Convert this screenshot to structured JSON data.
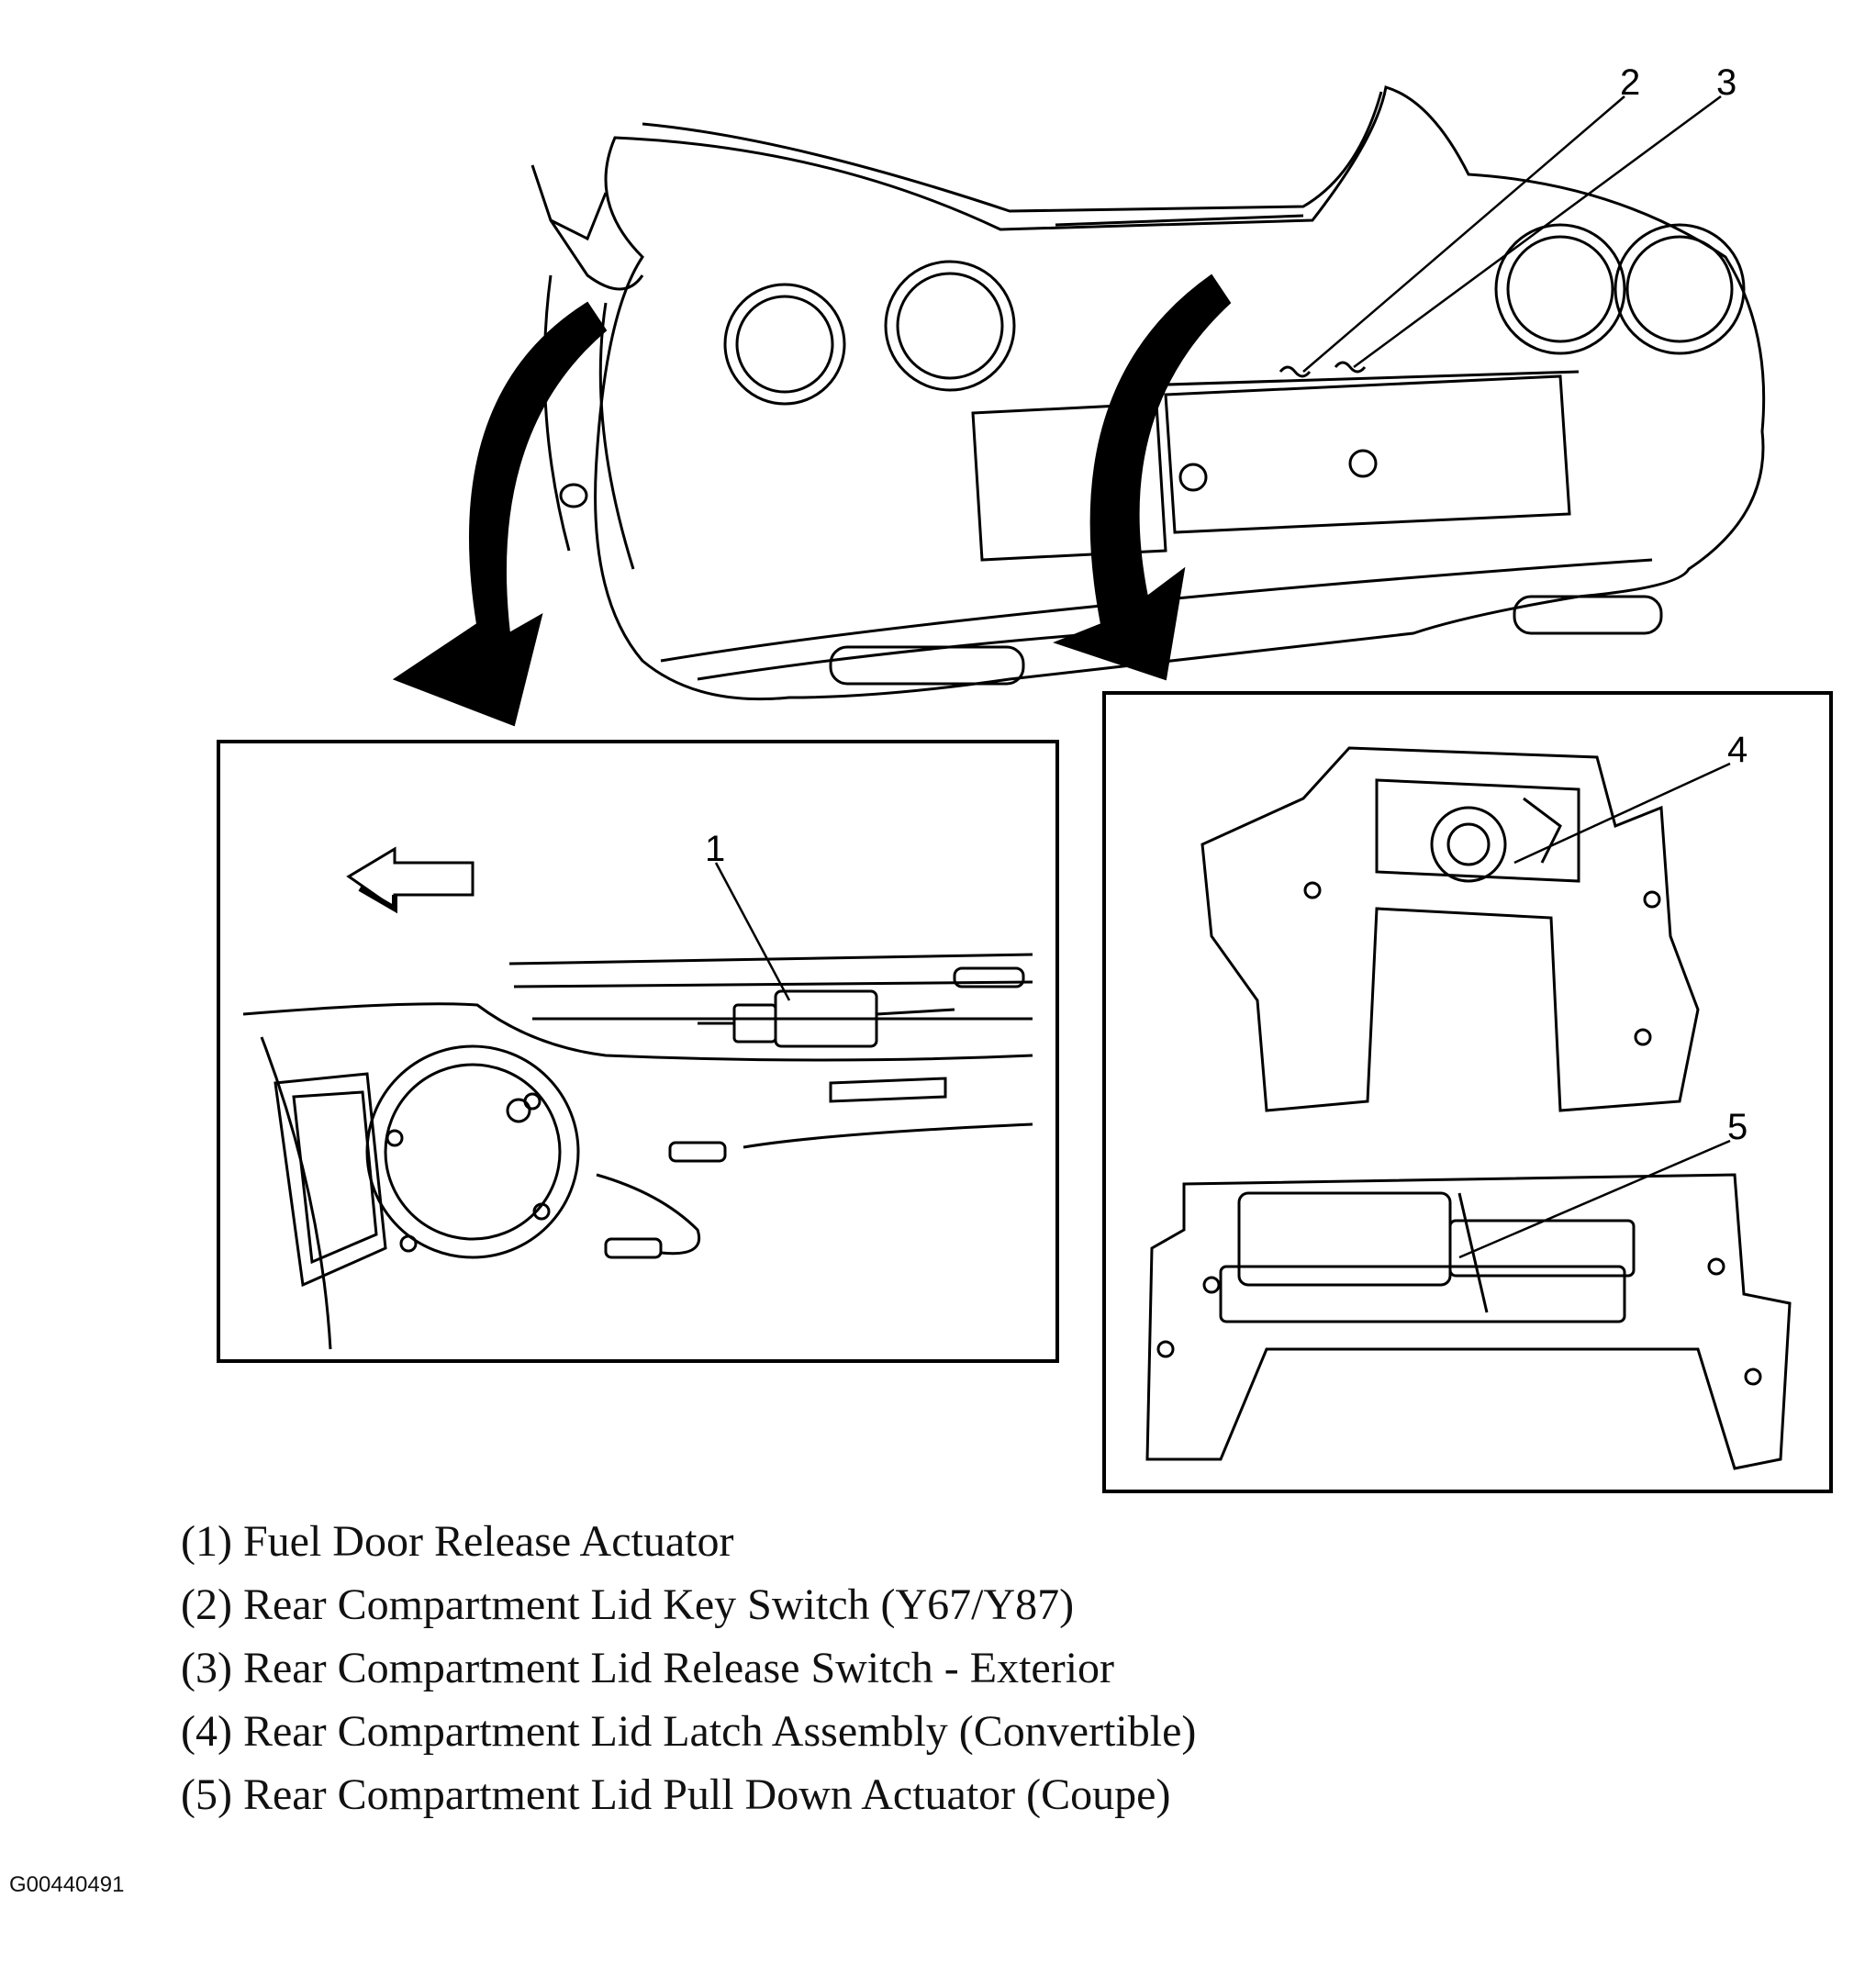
{
  "callouts": [
    "1",
    "2",
    "3",
    "4",
    "5"
  ],
  "legend": [
    "(1) Fuel Door Release Actuator",
    "(2) Rear Compartment Lid Key Switch (Y67/Y87)",
    "(3) Rear Compartment Lid Release Switch - Exterior",
    "(4) Rear Compartment Lid Latch Assembly (Convertible)",
    "(5) Rear Compartment Lid Pull Down Actuator (Coupe)"
  ],
  "figure_id": "G00440491"
}
